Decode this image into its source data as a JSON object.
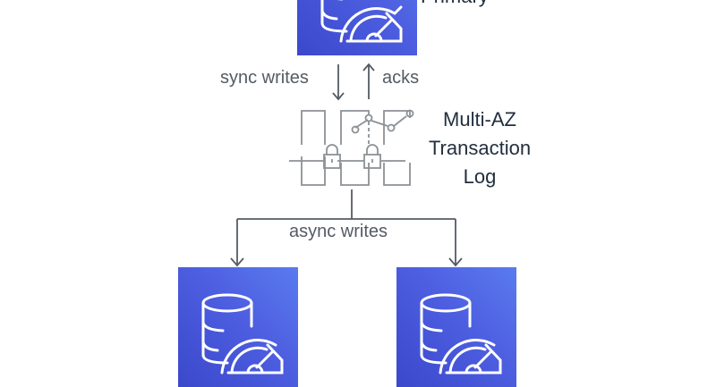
{
  "diagram": {
    "primary": {
      "label": "Primary",
      "icon": "rds-database-icon"
    },
    "replicas": [
      {
        "label": "",
        "icon": "rds-database-icon"
      },
      {
        "label": "",
        "icon": "rds-database-icon"
      }
    ],
    "transaction_log": {
      "label_lines": [
        "Multi-AZ",
        "Transaction",
        "Log"
      ],
      "icon": "transaction-log-icon"
    },
    "edges": {
      "sync_writes": "sync writes",
      "acks": "acks",
      "async_writes": "async writes"
    },
    "colors": {
      "node_fill": "#3f4fd4",
      "line": "#545b64",
      "log_icon": "#8c9196",
      "text": "#232f3e"
    }
  }
}
